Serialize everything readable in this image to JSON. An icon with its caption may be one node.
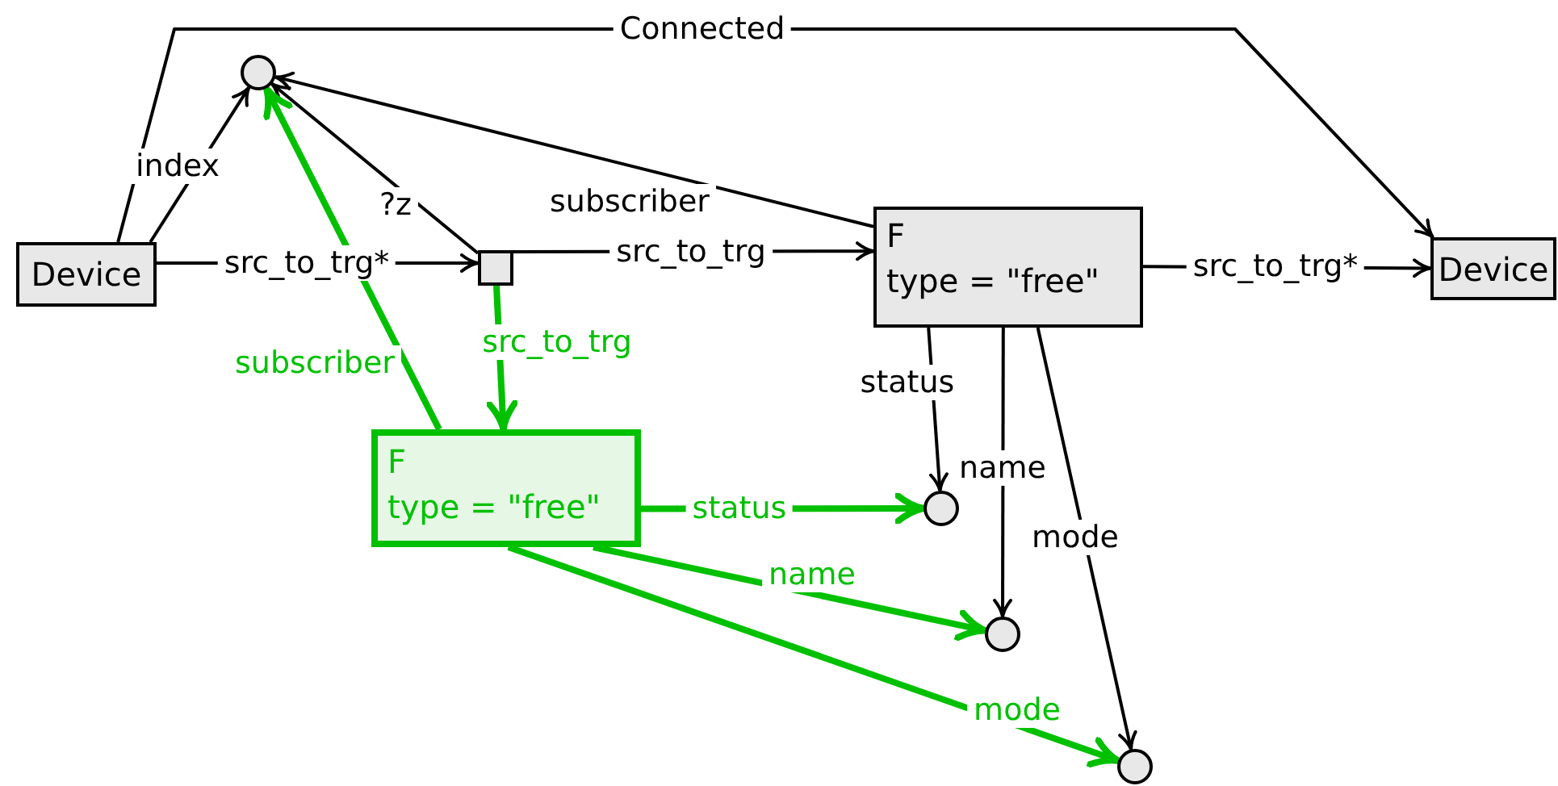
{
  "diagram": {
    "nodes": [
      {
        "text": [
          "Device"
        ]
      },
      {
        "text": [],
        "shape": "circle"
      },
      {
        "text": [],
        "shape": "box"
      },
      {
        "text": [
          "F",
          "type = \"free\""
        ]
      },
      {
        "text": [
          "Device"
        ]
      },
      {
        "text": [
          "F",
          "type = \"free\""
        ]
      },
      {
        "text": [],
        "shape": "circle"
      },
      {
        "text": [],
        "shape": "circle"
      },
      {
        "text": [],
        "shape": "circle"
      }
    ],
    "edges": [
      {
        "from": 0,
        "to": 4,
        "arrow": "to",
        "label": "Connected"
      },
      {
        "from": 0,
        "to": 1,
        "arrow": "to",
        "label": "index"
      },
      {
        "from": 0,
        "to": 2,
        "arrow": "to",
        "label": "src_to_trg*"
      },
      {
        "from": 2,
        "to": 1,
        "arrow": "to",
        "label": "?z"
      },
      {
        "from": 3,
        "to": 1,
        "arrow": "to",
        "label": "subscriber"
      },
      {
        "from": 2,
        "to": 3,
        "arrow": "to",
        "label": "src_to_trg"
      },
      {
        "from": 3,
        "to": 4,
        "arrow": "to",
        "label": "src_to_trg*"
      },
      {
        "from": 3,
        "to": 6,
        "arrow": "to",
        "label": "status"
      },
      {
        "from": 3,
        "to": 7,
        "arrow": "to",
        "label": "name"
      },
      {
        "from": 3,
        "to": 8,
        "arrow": "to",
        "label": "mode"
      },
      {
        "from": 2,
        "to": 5,
        "arrow": "to",
        "label": "src_to_trg",
        "style": "thick",
        "color": "#00c000"
      },
      {
        "from": 5,
        "to": 1,
        "arrow": "to",
        "label": "subscriber",
        "style": "thick",
        "color": "#00c000"
      },
      {
        "from": 5,
        "to": 6,
        "arrow": "to",
        "label": "status",
        "style": "thick",
        "color": "#00c000"
      },
      {
        "from": 5,
        "to": 7,
        "arrow": "to",
        "label": "name",
        "style": "thick",
        "color": "#00c000"
      },
      {
        "from": 5,
        "to": 8,
        "arrow": "to",
        "label": "mode",
        "style": "thick",
        "color": "#00c000"
      }
    ]
  }
}
